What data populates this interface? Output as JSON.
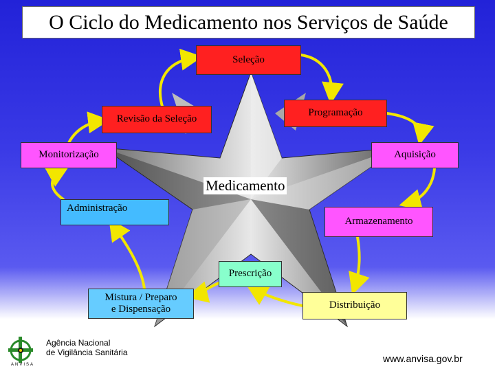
{
  "title": "O Ciclo do Medicamento nos Serviços de Saúde",
  "center": "Medicamento",
  "stages": {
    "selecao": "Seleção",
    "programacao": "Programação",
    "aquisicao": "Aquisição",
    "armazenamento": "Armazenamento",
    "distribuicao": "Distribuição",
    "prescricao": "Prescrição",
    "mistura_line1": "Mistura / Preparo",
    "mistura_line2": "e Dispensação",
    "administracao": "Administração",
    "monitorizacao": "Monitorização",
    "revisao": "Revisão da Seleção"
  },
  "footer": {
    "org_line1": "Agência Nacional",
    "org_line2": "de Vigilância Sanitária",
    "logo_abbr": "ANVISA",
    "url": "www.anvisa.gov.br"
  },
  "colors": {
    "background_top": "#2222d8",
    "arrow": "#f2e600",
    "selecao_box": "#ff2020",
    "programacao_box": "#ff2020",
    "aquisicao_box": "#ff55ff",
    "armazenamento_box": "#ff55ff",
    "distribuicao_box": "#ffff99",
    "prescricao_box": "#88ffcc",
    "mistura_box": "#66ccff",
    "administracao_box": "#44bbff",
    "monitorizacao_box": "#ff55ff",
    "revisao_box": "#ff2020"
  }
}
